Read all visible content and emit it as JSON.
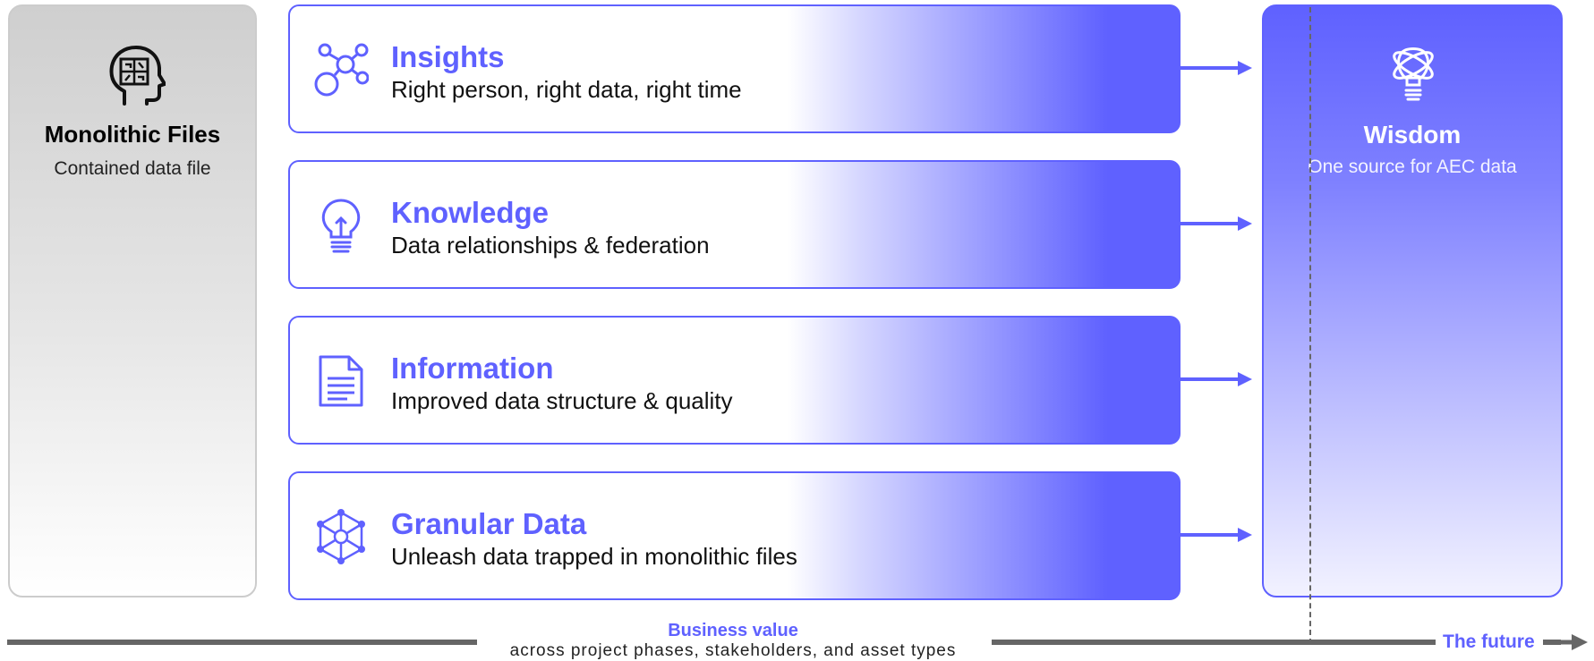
{
  "monolithic": {
    "title": "Monolithic Files",
    "subtitle": "Contained data file",
    "icon": "head-puzzle-icon"
  },
  "levels": [
    {
      "title": "Insights",
      "description": "Right person, right data, right time",
      "icon": "network-nodes-icon"
    },
    {
      "title": "Knowledge",
      "description": "Data relationships & federation",
      "icon": "lightbulb-icon"
    },
    {
      "title": "Information",
      "description": "Improved data structure & quality",
      "icon": "document-icon"
    },
    {
      "title": "Granular Data",
      "description": "Unleash data trapped in monolithic files",
      "icon": "molecule-icon"
    }
  ],
  "wisdom": {
    "title": "Wisdom",
    "subtitle": "One source for AEC data",
    "icon": "atom-bulb-icon"
  },
  "axis": {
    "title": "Business value",
    "subtitle": "across project phases, stakeholders, and asset types",
    "future_label": "The future"
  },
  "colors": {
    "accent": "#5f61ff",
    "grey_text": "#666666",
    "left_panel": "#cfcfcf"
  }
}
